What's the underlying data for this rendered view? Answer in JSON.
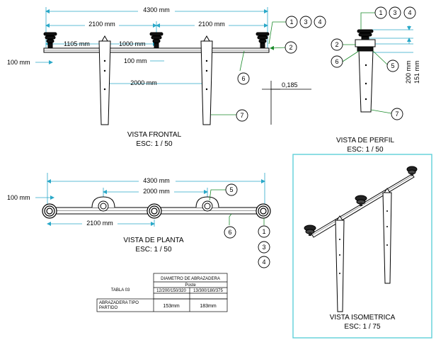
{
  "frontal": {
    "dims": {
      "overall": "4300 mm",
      "left_half": "2100 mm",
      "right_half": "2100 mm",
      "d1105": "1105 mm",
      "d1000": "1000 mm",
      "d100_side": "100 mm",
      "d100_mid": "100 mm",
      "d2000": "2000 mm"
    },
    "slope": "0,185",
    "callouts": {
      "c1": "1",
      "c3": "3",
      "c4": "4",
      "c2": "2",
      "c6": "6",
      "c7": "7"
    },
    "title": "VISTA FRONTAL",
    "scale": "ESC: 1 / 50"
  },
  "perfil": {
    "callouts": {
      "c1": "1",
      "c3": "3",
      "c4": "4",
      "c2": "2",
      "c6": "6",
      "c5": "5",
      "c7": "7"
    },
    "dims": {
      "d200": "200 mm",
      "d151": "151 mm"
    },
    "title": "VISTA DE PERFIL",
    "scale": "ESC: 1 / 50"
  },
  "planta": {
    "dims": {
      "overall": "4300 mm",
      "d2000": "2000 mm",
      "d100": "100 mm",
      "d2100": "2100 mm"
    },
    "callouts": {
      "c5": "5",
      "c6": "6",
      "c1": "1",
      "c3": "3",
      "c4": "4"
    },
    "title": "VISTA DE PLANTA",
    "scale": "ESC: 1 / 50"
  },
  "iso": {
    "title": "VISTA ISOMETRICA",
    "scale": "ESC: 1 / 75",
    "frame_color": "#5fd0d8"
  },
  "table": {
    "label": "TABLA 03",
    "header": "DIAMETRO DE ABRAZADERA",
    "sub": "Poste",
    "col1": "12/200/150/320",
    "col2": "13/300/180/375",
    "row_label_1": "ABRAZADERA TIPO",
    "row_label_2": "PARTIDO",
    "v1": "153mm",
    "v2": "183mm"
  }
}
